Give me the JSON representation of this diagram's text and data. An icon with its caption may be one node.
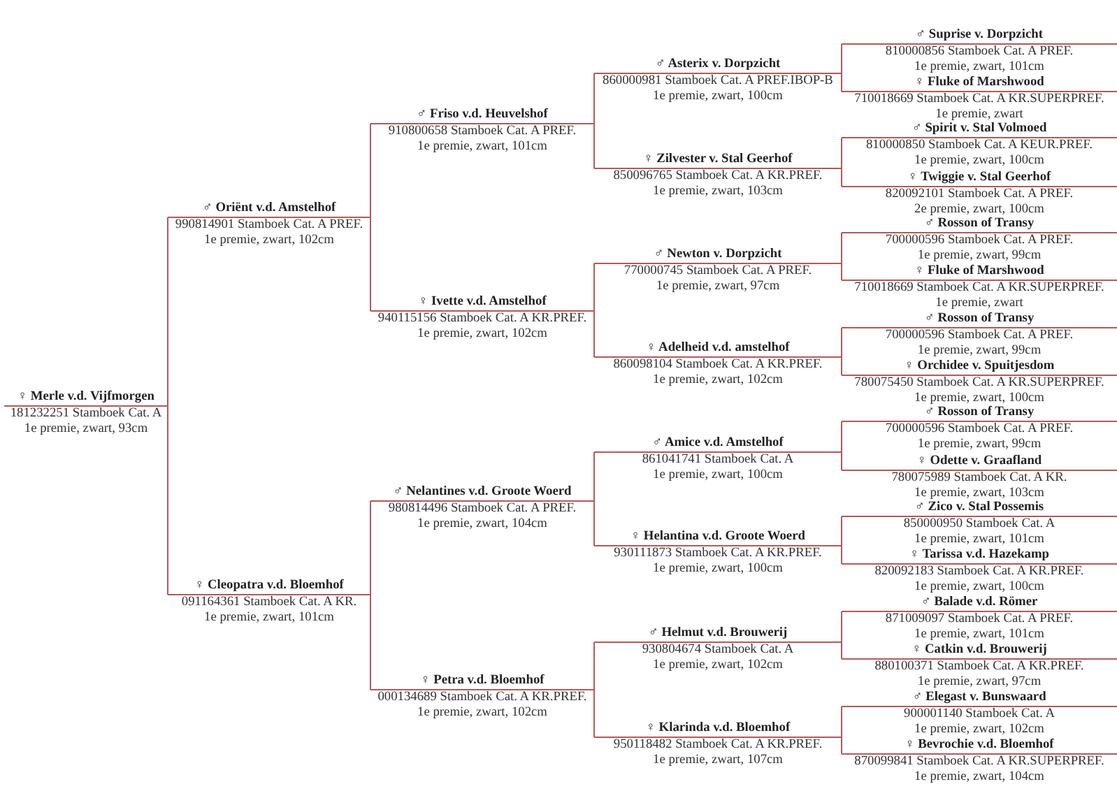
{
  "diagram": {
    "nodes": [
      {
        "text": [
          "♀ Merle v.d. Vijfmorgen",
          "181232251 Stamboek Cat. A",
          "1e premie, zwart, 93cm"
        ]
      },
      {
        "text": [
          "♂ Oriënt v.d. Amstelhof",
          "990814901 Stamboek Cat. A PREF.",
          "1e premie, zwart, 102cm"
        ]
      },
      {
        "text": [
          "♀ Cleopatra v.d. Bloemhof",
          "091164361 Stamboek Cat. A KR.",
          "1e premie, zwart, 101cm"
        ]
      },
      {
        "text": [
          "♂ Friso v.d. Heuvelshof",
          "910800658 Stamboek Cat. A PREF.",
          "1e premie, zwart, 101cm"
        ]
      },
      {
        "text": [
          "♀ Ivette v.d. Amstelhof",
          "940115156 Stamboek Cat. A KR.PREF.",
          "1e premie, zwart, 102cm"
        ]
      },
      {
        "text": [
          "♂ Nelantines v.d. Groote Woerd",
          "980814496 Stamboek Cat. A PREF.",
          "1e premie, zwart, 104cm"
        ]
      },
      {
        "text": [
          "♀ Petra v.d. Bloemhof",
          "000134689 Stamboek Cat. A KR.PREF.",
          "1e premie, zwart, 102cm"
        ]
      },
      {
        "text": [
          "♂ Asterix v. Dorpzicht",
          "860000981 Stamboek Cat. A PREF.IBOP-B",
          "1e premie, zwart, 100cm"
        ]
      },
      {
        "text": [
          "♀ Zilvester v. Stal Geerhof",
          "850096765 Stamboek Cat. A KR.PREF.",
          "1e premie, zwart, 103cm"
        ]
      },
      {
        "text": [
          "♂ Newton v. Dorpzicht",
          "770000745 Stamboek Cat. A PREF.",
          "1e premie, zwart, 97cm"
        ]
      },
      {
        "text": [
          "♀ Adelheid v.d. amstelhof",
          "860098104 Stamboek Cat. A KR.PREF.",
          "1e premie, zwart, 102cm"
        ]
      },
      {
        "text": [
          "♂ Amice v.d. Amstelhof",
          "861041741 Stamboek Cat. A",
          "1e premie, zwart, 100cm"
        ]
      },
      {
        "text": [
          "♀ Helantina v.d. Groote Woerd",
          "930111873 Stamboek Cat. A KR.PREF.",
          "1e premie, zwart, 100cm"
        ]
      },
      {
        "text": [
          "♂ Helmut v.d. Brouwerij",
          "930804674 Stamboek Cat. A",
          "1e premie, zwart, 102cm"
        ]
      },
      {
        "text": [
          "♀ Klarinda v.d. Bloemhof",
          "950118482 Stamboek Cat. A KR.PREF.",
          "1e premie, zwart, 107cm"
        ]
      },
      {
        "text": [
          "♂ Suprise v. Dorpzicht",
          "810000856 Stamboek Cat. A PREF.",
          "1e premie, zwart, 101cm"
        ]
      },
      {
        "text": [
          "♀ Fluke of Marshwood",
          "710018669 Stamboek Cat. A KR.SUPERPREF.",
          "1e premie, zwart"
        ]
      },
      {
        "text": [
          "♂ Spirit v. Stal Volmoed",
          "810000850 Stamboek Cat. A KEUR.PREF.",
          "1e premie, zwart, 100cm"
        ]
      },
      {
        "text": [
          "♀ Twiggie v. Stal Geerhof",
          "820092101 Stamboek Cat. A PREF.",
          "2e premie, zwart, 100cm"
        ]
      },
      {
        "text": [
          "♂ Rosson of Transy",
          "700000596 Stamboek Cat. A PREF.",
          "1e premie, zwart, 99cm"
        ]
      },
      {
        "text": [
          "♀ Fluke of Marshwood",
          "710018669 Stamboek Cat. A KR.SUPERPREF.",
          "1e premie, zwart"
        ]
      },
      {
        "text": [
          "♂ Rosson of Transy",
          "700000596 Stamboek Cat. A PREF.",
          "1e premie, zwart, 99cm"
        ]
      },
      {
        "text": [
          "♀ Orchidee v. Spuitjesdom",
          "780075450 Stamboek Cat. A KR.SUPERPREF.",
          "1e premie, zwart, 100cm"
        ]
      },
      {
        "text": [
          "♂ Rosson of Transy",
          "700000596 Stamboek Cat. A PREF.",
          "1e premie, zwart, 99cm"
        ]
      },
      {
        "text": [
          "♀ Odette v. Graafland",
          "780075989 Stamboek Cat. A KR.",
          "1e premie, zwart, 103cm"
        ]
      },
      {
        "text": [
          "♂ Zico v. Stal Possemis",
          "850000950 Stamboek Cat. A",
          "1e premie, zwart, 101cm"
        ]
      },
      {
        "text": [
          "♀ Tarissa v.d. Hazekamp",
          "820092183 Stamboek Cat. A KR.PREF.",
          "1e premie, zwart, 100cm"
        ]
      },
      {
        "text": [
          "♂ Balade v.d. Römer",
          "871009097 Stamboek Cat. A PREF.",
          "1e premie, zwart, 101cm"
        ]
      },
      {
        "text": [
          "♀ Catkin v.d. Brouwerij",
          "880100371 Stamboek Cat. A KR.PREF.",
          "1e premie, zwart, 97cm"
        ]
      },
      {
        "text": [
          "♂ Elegast v. Bunswaard",
          "900001140 Stamboek Cat. A",
          "1e premie, zwart, 102cm"
        ]
      },
      {
        "text": [
          "♀ Bevrochie v.d. Bloemhof",
          "870099841 Stamboek Cat. A KR.SUPERPREF.",
          "1e premie, zwart, 104cm"
        ]
      }
    ],
    "edges": [
      {
        "from": 0,
        "to": 1,
        "arrow": "none"
      },
      {
        "from": 0,
        "to": 2,
        "arrow": "none"
      },
      {
        "from": 1,
        "to": 3,
        "arrow": "none"
      },
      {
        "from": 1,
        "to": 4,
        "arrow": "none"
      },
      {
        "from": 2,
        "to": 5,
        "arrow": "none"
      },
      {
        "from": 2,
        "to": 6,
        "arrow": "none"
      },
      {
        "from": 3,
        "to": 7,
        "arrow": "none"
      },
      {
        "from": 3,
        "to": 8,
        "arrow": "none"
      },
      {
        "from": 4,
        "to": 9,
        "arrow": "none"
      },
      {
        "from": 4,
        "to": 10,
        "arrow": "none"
      },
      {
        "from": 5,
        "to": 11,
        "arrow": "none"
      },
      {
        "from": 5,
        "to": 12,
        "arrow": "none"
      },
      {
        "from": 6,
        "to": 13,
        "arrow": "none"
      },
      {
        "from": 6,
        "to": 14,
        "arrow": "none"
      },
      {
        "from": 7,
        "to": 15,
        "arrow": "none"
      },
      {
        "from": 7,
        "to": 16,
        "arrow": "none"
      },
      {
        "from": 8,
        "to": 17,
        "arrow": "none"
      },
      {
        "from": 8,
        "to": 18,
        "arrow": "none"
      },
      {
        "from": 9,
        "to": 19,
        "arrow": "none"
      },
      {
        "from": 9,
        "to": 20,
        "arrow": "none"
      },
      {
        "from": 10,
        "to": 21,
        "arrow": "none"
      },
      {
        "from": 10,
        "to": 22,
        "arrow": "none"
      },
      {
        "from": 11,
        "to": 23,
        "arrow": "none"
      },
      {
        "from": 11,
        "to": 24,
        "arrow": "none"
      },
      {
        "from": 12,
        "to": 25,
        "arrow": "none"
      },
      {
        "from": 12,
        "to": 26,
        "arrow": "none"
      },
      {
        "from": 13,
        "to": 27,
        "arrow": "none"
      },
      {
        "from": 13,
        "to": 28,
        "arrow": "none"
      },
      {
        "from": 14,
        "to": 29,
        "arrow": "none"
      },
      {
        "from": 14,
        "to": 30,
        "arrow": "none"
      }
    ]
  }
}
